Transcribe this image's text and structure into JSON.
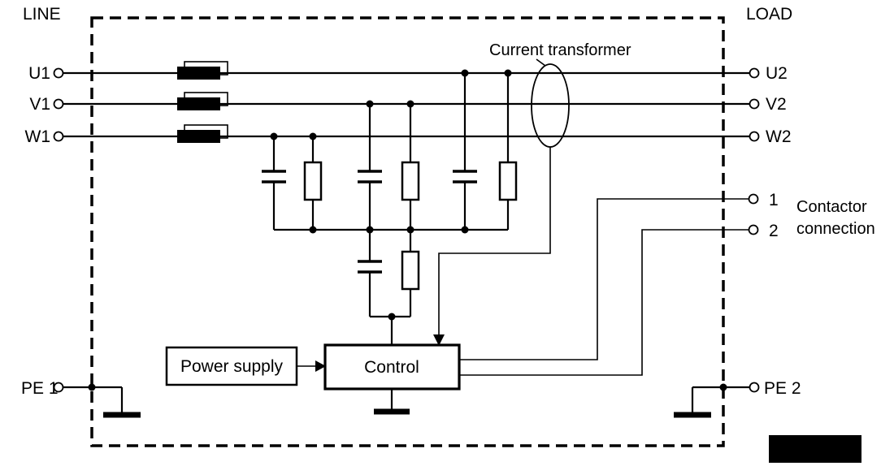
{
  "diagram": {
    "side_labels": {
      "line": "LINE",
      "load": "LOAD"
    },
    "terminals": {
      "u1": "U1",
      "v1": "V1",
      "w1": "W1",
      "u2": "U2",
      "v2": "V2",
      "w2": "W2",
      "pe1": "PE 1",
      "pe2": "PE 2",
      "contactor_terminal_1": "1",
      "contactor_terminal_2": "2"
    },
    "annotations": {
      "current_transformer": "Current transformer",
      "contactor_connection_line1": "Contactor",
      "contactor_connection_line2": "connection"
    },
    "blocks": {
      "power_supply": "Power supply",
      "control": "Control"
    },
    "colors": {
      "ink": "#000000",
      "background": "#ffffff"
    }
  }
}
